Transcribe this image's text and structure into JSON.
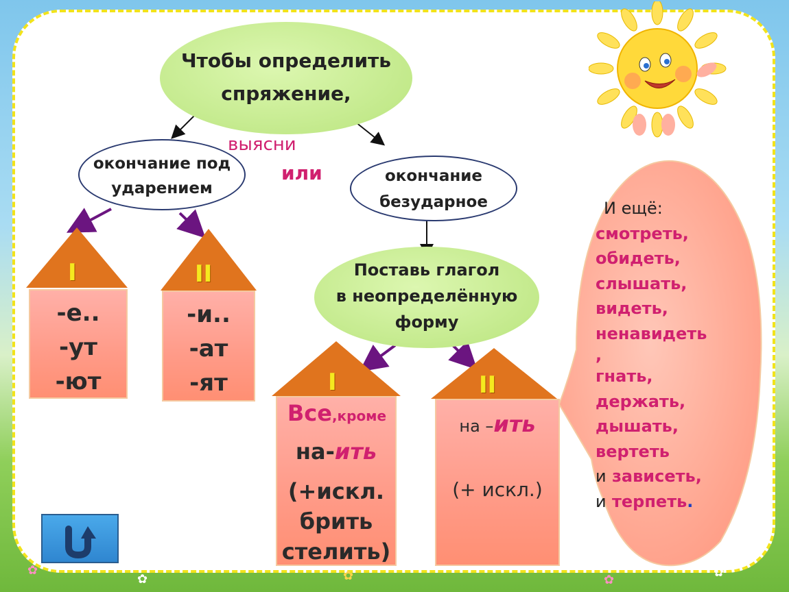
{
  "top_bubble": {
    "line1": "Чтобы определить",
    "line2": "спряжение,"
  },
  "clarify": "выясни",
  "or": "или",
  "left_ellipse": {
    "line1": "окончание под",
    "line2": "ударением"
  },
  "right_ellipse": {
    "line1": "окончание",
    "line2": "безударное"
  },
  "infinitive_bubble": {
    "line1": "Поставь глагол",
    "line2": "в неопределённую",
    "line3": "форму"
  },
  "house1": {
    "roman": "I",
    "endings": [
      "-е..",
      "-ут",
      "-ют"
    ]
  },
  "house2": {
    "roman": "II",
    "endings": [
      "-и..",
      "-ат",
      "-ят"
    ]
  },
  "house3": {
    "roman": "I",
    "all": "Все",
    "except": ",кроме",
    "na": "на-",
    "it": "ить",
    "excl": "(+искл.",
    "e1": "брить",
    "e2": "стелить)"
  },
  "house4": {
    "roman": "II",
    "na": "на –",
    "it": "ить",
    "excl": "(+ искл.)"
  },
  "extra": {
    "header": "И ещё:",
    "verbs": [
      "смотреть,",
      "обидеть,",
      "слышать,",
      "видеть,",
      "ненавидеть",
      ",",
      "гнать,",
      "держать,",
      "дышать,",
      "вертеть"
    ],
    "and1": "и",
    "v1": "зависеть,",
    "and2": "и",
    "v2": "терпеть",
    "dot": "."
  },
  "back_button": {
    "icon": "u-turn-arrow-icon"
  },
  "colors": {
    "green_bubble": "#c9ef8e",
    "roof": "#e0741e",
    "magenta": "#d0206f",
    "border": "#f2e31b"
  }
}
